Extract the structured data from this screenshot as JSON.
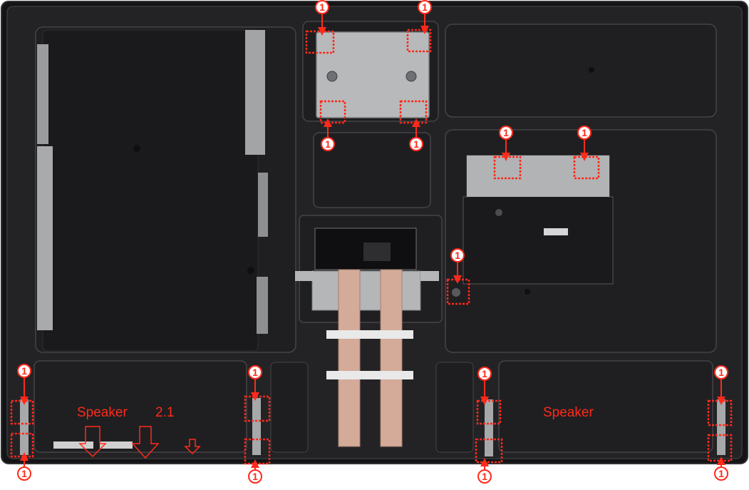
{
  "labels": {
    "speaker_left": "Speaker",
    "subwoofer": "2.1",
    "speaker_right": "Speaker"
  },
  "callout_number": "1",
  "colors": {
    "annotation": "#ff2a1a",
    "panel_dark": "#1e1e20",
    "frame": "#101012",
    "bracket_metal": "#b8b9bb",
    "ribbon_cable": "#d4aa98"
  },
  "screws_callouts": [
    {
      "id": "top-left-upper"
    },
    {
      "id": "top-right-upper"
    },
    {
      "id": "top-left-lower"
    },
    {
      "id": "top-right-lower"
    },
    {
      "id": "wall-bracket-left"
    },
    {
      "id": "wall-bracket-right"
    },
    {
      "id": "side-bracket-middle"
    },
    {
      "id": "bottom-far-left-upper"
    },
    {
      "id": "bottom-far-left-lower"
    },
    {
      "id": "bottom-center-left-upper"
    },
    {
      "id": "bottom-center-left-lower"
    },
    {
      "id": "bottom-center-right-upper"
    },
    {
      "id": "bottom-center-right-lower"
    },
    {
      "id": "bottom-far-right-upper"
    },
    {
      "id": "bottom-far-right-lower"
    }
  ]
}
